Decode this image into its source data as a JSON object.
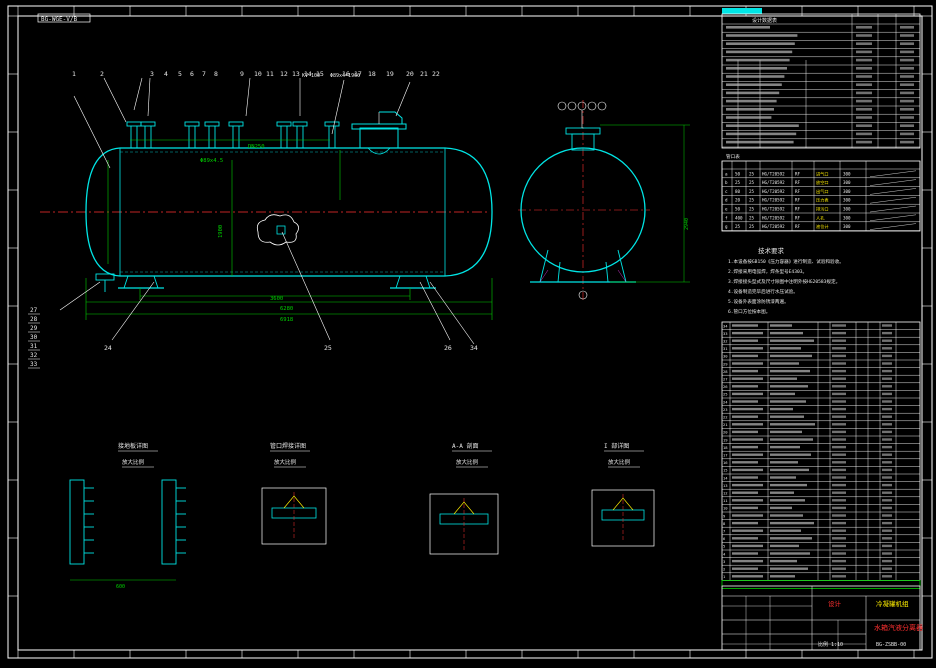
{
  "drawing": {
    "title_main": "冷凝罐机组",
    "title_sub": "水箱汽液分离器",
    "revision_tag": "BG-WGE-V/B",
    "drawing_number": "BG-ZSBB-00",
    "company": "设计",
    "scale_note": "比例 1:10",
    "view_label": "A-A 剖面"
  },
  "colors": {
    "background": "#000000",
    "frame": "#ffffff",
    "vessel": "#00e5e5",
    "centerline": "#ff3030",
    "dimension": "#00d000",
    "leader": "#ffffff",
    "text": "#e8e8e8",
    "accent_yellow": "#ffee00",
    "grid_magenta": "#ff40ff"
  },
  "top_numbers": [
    "1",
    "2",
    "3",
    "4",
    "5",
    "6",
    "7",
    "8",
    "9",
    "10",
    "11",
    "12",
    "13",
    "14",
    "15",
    "16",
    "17",
    "18",
    "19",
    "20",
    "21",
    "22"
  ],
  "side_numbers": [
    "27",
    "28",
    "29",
    "30",
    "31",
    "32",
    "33"
  ],
  "callouts": [
    "24",
    "25",
    "26",
    "34"
  ],
  "detail_views": [
    {
      "title": "接地板详图",
      "sub": "放大比例"
    },
    {
      "title": "管口焊接详图",
      "sub": "放大比例"
    },
    {
      "title": "A-A 剖面",
      "sub": "放大比例"
    },
    {
      "title": "I 部详图",
      "sub": "放大比例"
    }
  ],
  "tech_requirements": {
    "heading": "技术要求",
    "items": [
      "1.本设备按GB150《压力容器》进行制造、试验和验收。",
      "2.焊接采用电弧焊，焊条型号E4303。",
      "3.焊接接头型式及尺寸除图中注明外按HG20583规定。",
      "4.设备制造完毕后进行水压试验。",
      "5.设备外表面涂防锈漆两遍。",
      "6.管口方位按本图。"
    ]
  },
  "design_table_header": "设计数据表",
  "nozzle_table": {
    "header": "管口表",
    "rows": [
      [
        "a",
        "50",
        "25",
        "HG/T20592",
        "RF",
        "进气口",
        "300"
      ],
      [
        "b",
        "25",
        "25",
        "HG/T20592",
        "RF",
        "放空口",
        "300"
      ],
      [
        "c",
        "80",
        "25",
        "HG/T20592",
        "RF",
        "出气口",
        "300"
      ],
      [
        "d",
        "20",
        "25",
        "HG/T20592",
        "RF",
        "压力表",
        "300"
      ],
      [
        "e",
        "50",
        "25",
        "HG/T20592",
        "RF",
        "排污口",
        "300"
      ],
      [
        "f",
        "400",
        "25",
        "HG/T20592",
        "RF",
        "人孔",
        "300"
      ],
      [
        "g",
        "25",
        "25",
        "HG/T20592",
        "RF",
        "液位计",
        "300"
      ]
    ]
  },
  "parts_list": {
    "rows_count": 34
  }
}
